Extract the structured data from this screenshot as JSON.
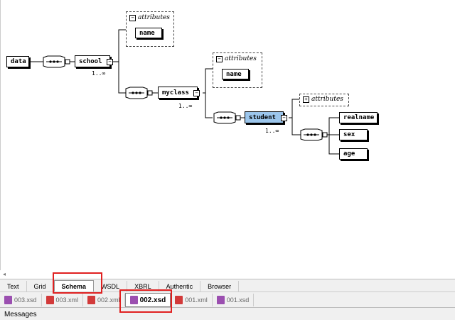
{
  "schema": {
    "nodes": {
      "data": "data",
      "school": "school",
      "myclass": "myclass",
      "student": "student",
      "realname": "realname",
      "sex": "sex",
      "age": "age"
    },
    "attributes_label": "attributes",
    "attr_name": "name",
    "cardinality": "1..∞",
    "collapse_sign": "−",
    "expand_sign": "+"
  },
  "view_tabs": [
    "Text",
    "Grid",
    "Schema",
    "WSDL",
    "XBRL",
    "Authentic",
    "Browser"
  ],
  "active_view_tab": "Schema",
  "file_tabs": [
    {
      "label": "003.xsd",
      "type": "xsd"
    },
    {
      "label": "003.xml",
      "type": "xml"
    },
    {
      "label": "002.xml",
      "type": "xml"
    },
    {
      "label": "002.xsd",
      "type": "xsd"
    },
    {
      "label": "001.xml",
      "type": "xml"
    },
    {
      "label": "001.xsd",
      "type": "xsd"
    }
  ],
  "active_file_tab": "002.xsd",
  "messages_label": "Messages",
  "colors": {
    "selected_node": "#9cc6ec",
    "highlight_box": "#e02020",
    "xsd_icon": "#9b4fb0",
    "xml_icon": "#d23a3a"
  },
  "icons": {
    "scroll_left": "◂"
  }
}
